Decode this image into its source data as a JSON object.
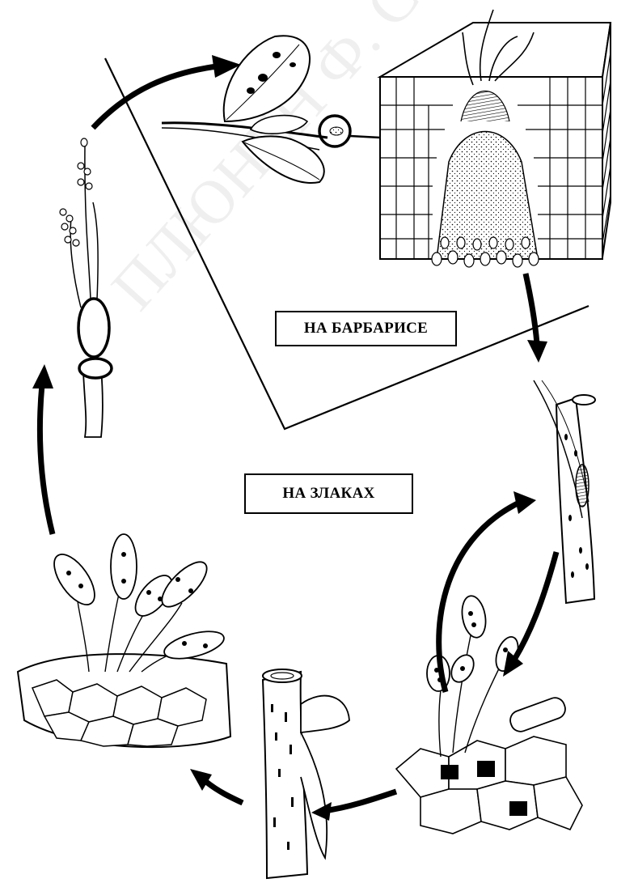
{
  "labels": {
    "barberry": "НА БАРБАРИСЕ",
    "grasses": "НА ЗЛАКАХ"
  },
  "watermark": "ПЛЮНЕН Ф. СКО",
  "stages": [
    {
      "id": "barberry-leaf"
    },
    {
      "id": "aecium-section"
    },
    {
      "id": "wheat-stem-uredinia"
    },
    {
      "id": "urediniospores-tissue"
    },
    {
      "id": "wheat-stem-telia"
    },
    {
      "id": "teliospores-tissue"
    },
    {
      "id": "basidium-germination"
    }
  ],
  "colors": {
    "line": "#000000",
    "background": "#ffffff"
  }
}
